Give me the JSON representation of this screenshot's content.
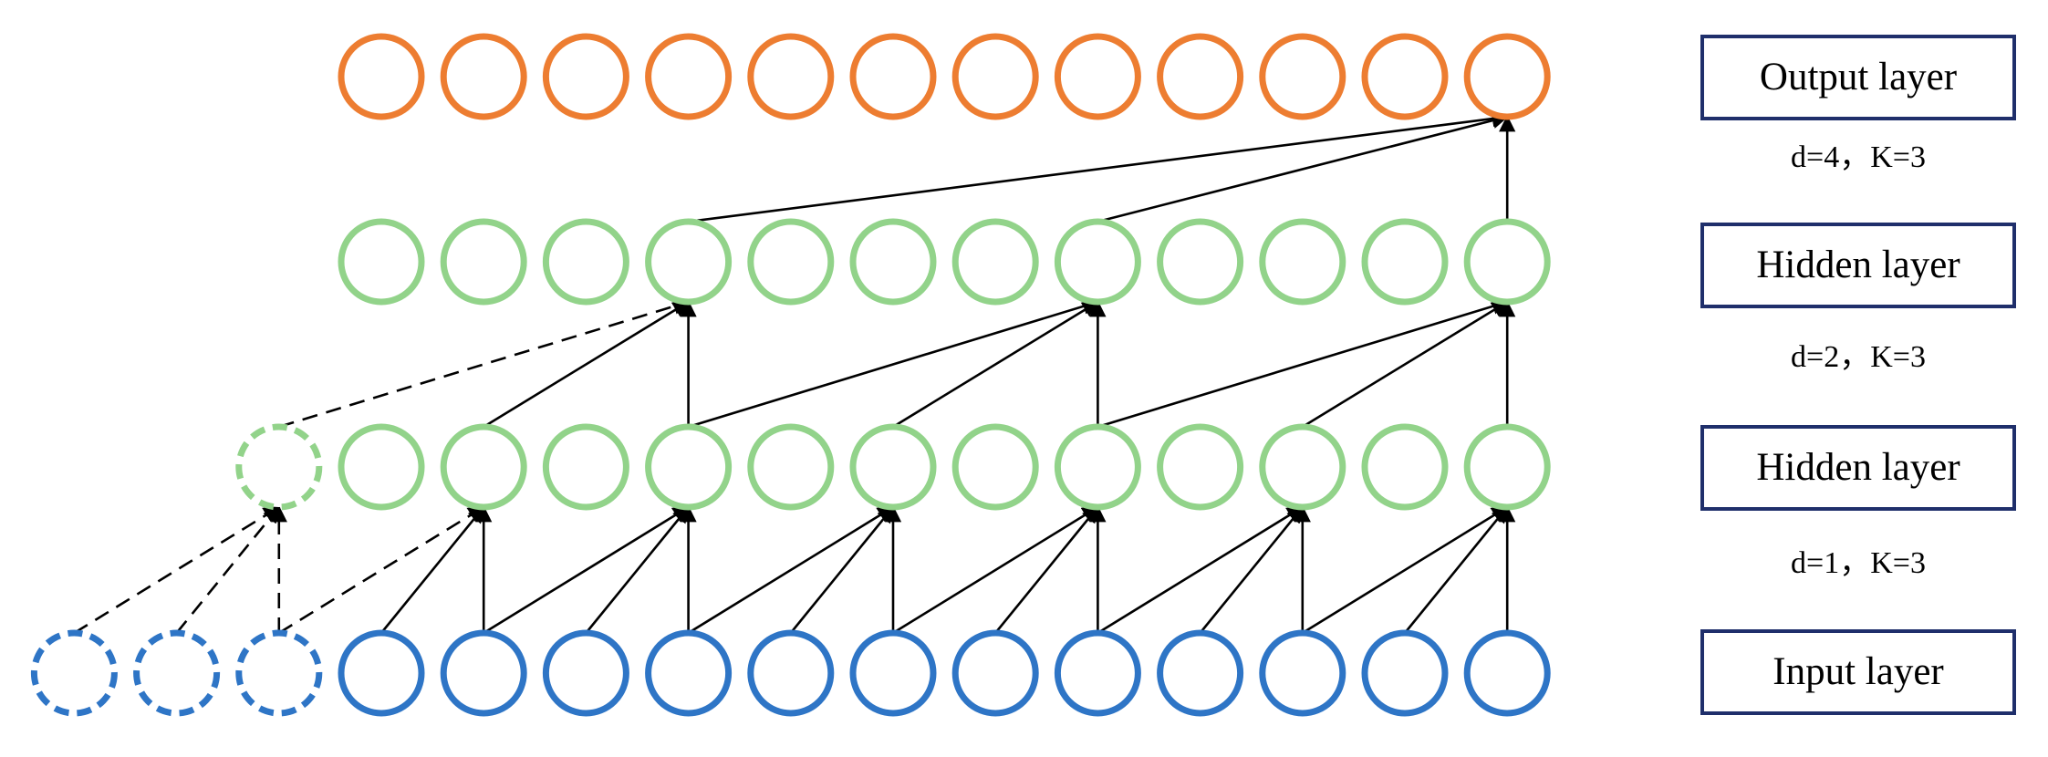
{
  "diagram": {
    "title": "",
    "colors": {
      "output": "#ed7d31",
      "hidden": "#92d38a",
      "input": "#2e75c6",
      "edge": "#000000",
      "box_border": "#1f2f6b"
    },
    "layers": [
      {
        "id": "output",
        "label": "Output layer",
        "nodes": 12,
        "padding_nodes": 0,
        "color_key": "output"
      },
      {
        "id": "hidden2",
        "label": "Hidden layer",
        "nodes": 12,
        "padding_nodes": 0,
        "color_key": "hidden"
      },
      {
        "id": "hidden1",
        "label": "Hidden layer",
        "nodes": 12,
        "padding_nodes": 1,
        "color_key": "hidden"
      },
      {
        "id": "input",
        "label": "Input layer",
        "nodes": 12,
        "padding_nodes": 3,
        "color_key": "input"
      }
    ],
    "connections": [
      {
        "from": "hidden2",
        "to": "output",
        "dilation": 4,
        "kernel": 3,
        "label": "d=4，K=3"
      },
      {
        "from": "hidden1",
        "to": "hidden2",
        "dilation": 2,
        "kernel": 3,
        "label": "d=2，K=3"
      },
      {
        "from": "input",
        "to": "hidden1",
        "dilation": 1,
        "kernel": 3,
        "label": "d=1，K=3"
      }
    ],
    "edges": [
      {
        "from": [
          "hidden2",
          3
        ],
        "to": [
          "output",
          11
        ]
      },
      {
        "from": [
          "hidden2",
          7
        ],
        "to": [
          "output",
          11
        ]
      },
      {
        "from": [
          "hidden2",
          11
        ],
        "to": [
          "output",
          11
        ]
      },
      {
        "from": [
          "hidden1",
          -1
        ],
        "to": [
          "hidden2",
          3
        ],
        "dashed": true
      },
      {
        "from": [
          "hidden1",
          1
        ],
        "to": [
          "hidden2",
          3
        ]
      },
      {
        "from": [
          "hidden1",
          3
        ],
        "to": [
          "hidden2",
          3
        ]
      },
      {
        "from": [
          "hidden1",
          3
        ],
        "to": [
          "hidden2",
          7
        ]
      },
      {
        "from": [
          "hidden1",
          5
        ],
        "to": [
          "hidden2",
          7
        ]
      },
      {
        "from": [
          "hidden1",
          7
        ],
        "to": [
          "hidden2",
          7
        ]
      },
      {
        "from": [
          "hidden1",
          7
        ],
        "to": [
          "hidden2",
          11
        ]
      },
      {
        "from": [
          "hidden1",
          9
        ],
        "to": [
          "hidden2",
          11
        ]
      },
      {
        "from": [
          "hidden1",
          11
        ],
        "to": [
          "hidden2",
          11
        ]
      },
      {
        "from": [
          "input",
          -3
        ],
        "to": [
          "hidden1",
          -1
        ],
        "dashed": true
      },
      {
        "from": [
          "input",
          -2
        ],
        "to": [
          "hidden1",
          -1
        ],
        "dashed": true
      },
      {
        "from": [
          "input",
          -1
        ],
        "to": [
          "hidden1",
          -1
        ],
        "dashed": true
      },
      {
        "from": [
          "input",
          -1
        ],
        "to": [
          "hidden1",
          1
        ],
        "dashed": true
      },
      {
        "from": [
          "input",
          0
        ],
        "to": [
          "hidden1",
          1
        ]
      },
      {
        "from": [
          "input",
          1
        ],
        "to": [
          "hidden1",
          1
        ]
      },
      {
        "from": [
          "input",
          1
        ],
        "to": [
          "hidden1",
          3
        ]
      },
      {
        "from": [
          "input",
          2
        ],
        "to": [
          "hidden1",
          3
        ]
      },
      {
        "from": [
          "input",
          3
        ],
        "to": [
          "hidden1",
          3
        ]
      },
      {
        "from": [
          "input",
          3
        ],
        "to": [
          "hidden1",
          5
        ]
      },
      {
        "from": [
          "input",
          4
        ],
        "to": [
          "hidden1",
          5
        ]
      },
      {
        "from": [
          "input",
          5
        ],
        "to": [
          "hidden1",
          5
        ]
      },
      {
        "from": [
          "input",
          5
        ],
        "to": [
          "hidden1",
          7
        ]
      },
      {
        "from": [
          "input",
          6
        ],
        "to": [
          "hidden1",
          7
        ]
      },
      {
        "from": [
          "input",
          7
        ],
        "to": [
          "hidden1",
          7
        ]
      },
      {
        "from": [
          "input",
          7
        ],
        "to": [
          "hidden1",
          9
        ]
      },
      {
        "from": [
          "input",
          8
        ],
        "to": [
          "hidden1",
          9
        ]
      },
      {
        "from": [
          "input",
          9
        ],
        "to": [
          "hidden1",
          9
        ]
      },
      {
        "from": [
          "input",
          9
        ],
        "to": [
          "hidden1",
          11
        ]
      },
      {
        "from": [
          "input",
          10
        ],
        "to": [
          "hidden1",
          11
        ]
      },
      {
        "from": [
          "input",
          11
        ],
        "to": [
          "hidden1",
          11
        ]
      }
    ]
  }
}
